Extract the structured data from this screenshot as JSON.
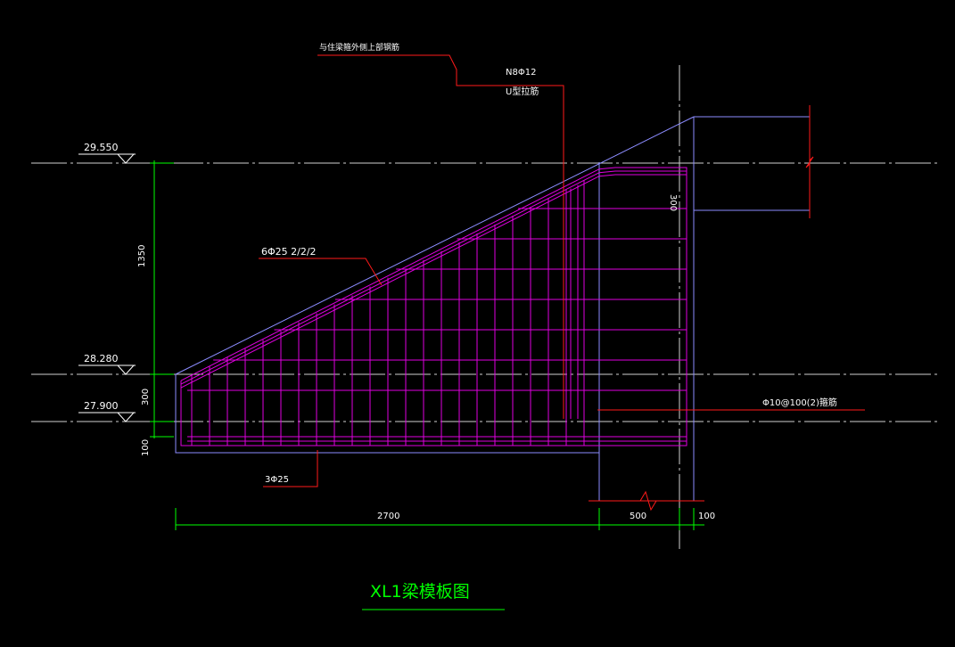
{
  "title": "XL1梁模板图",
  "elevations": [
    "29.550",
    "28.280",
    "27.900"
  ],
  "vertical_dims": [
    "1350",
    "300",
    "100"
  ],
  "horizontal_dims": [
    "2700",
    "500",
    "100"
  ],
  "callouts": {
    "top_note": "与住梁箍外侧上部钢筋",
    "n_bar": "N8Φ12",
    "u_bar": "U型拉筋",
    "slope_bars": "6Φ25 2/2/2",
    "stirrups": "Φ10@100(2)箍筋",
    "bottom_bars": "3Φ25",
    "right_dim": "300"
  },
  "colors": {
    "background": "#000000",
    "outline": "#8c8cff",
    "rebar": "#e000e0",
    "leader": "#ff1a1a",
    "text": "#ffffff",
    "dimension": "#00ff00",
    "title": "#00ff00",
    "axis": "#ffffff"
  }
}
